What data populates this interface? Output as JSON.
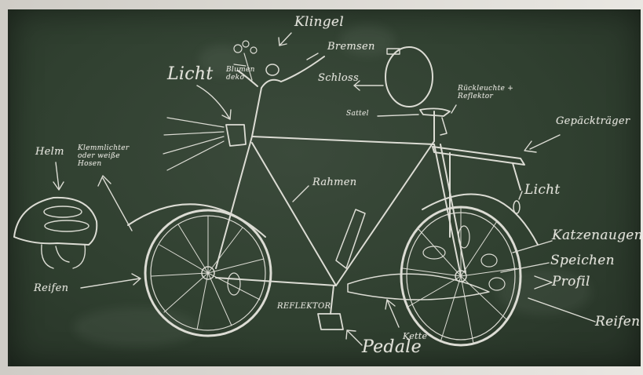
{
  "board": {
    "background": "#34433a",
    "chalk_color": "#dcdcd4"
  },
  "labels": {
    "klingel": "Klingel",
    "bremsen": "Bremsen",
    "licht_front": "Licht",
    "blumen": "Blumen\ndeko",
    "schloss": "Schloss",
    "sattel": "Sattel",
    "reflektor_hinten": "Rückleuchte +\nReflektor",
    "gepaecktraeger": "Gepäckträger",
    "helm": "Helm",
    "katzenaugen_speichen_note": "Klemmlichter\noder weiße\nHosen",
    "rahmen": "Rahmen",
    "licht_hinten": "Licht",
    "katzenaugen": "Katzenaugen",
    "speichen": "Speichen",
    "profil": "Profil",
    "reifen_links": "Reifen",
    "reifen_rechts": "Reifen",
    "reflektor_pedal": "REFLEKTOR",
    "pedale": "Pedale",
    "kette": "Kette"
  }
}
